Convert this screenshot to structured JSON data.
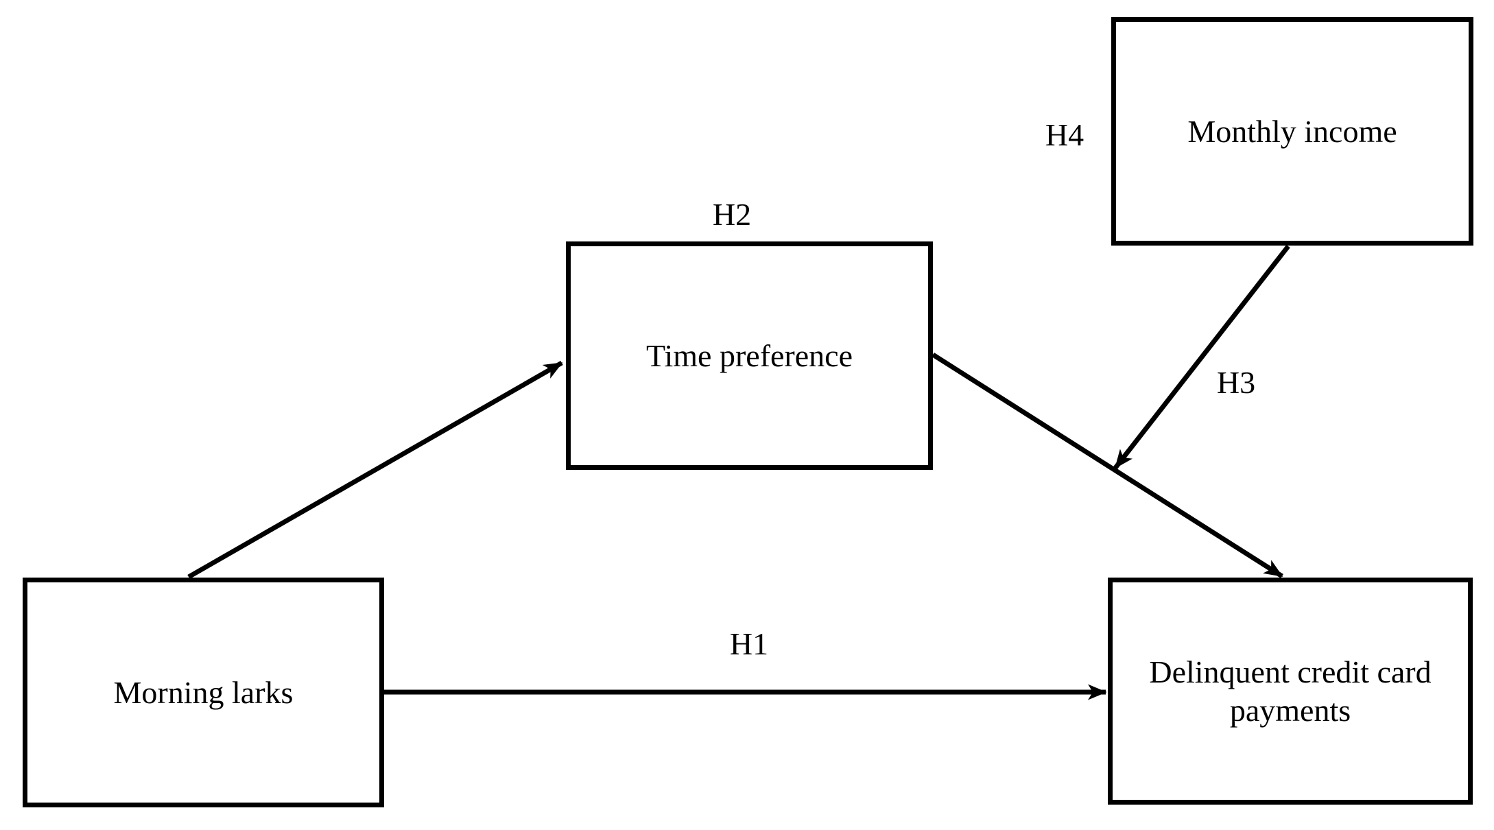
{
  "figure": {
    "background": "#ffffff",
    "ink": "#000000",
    "nodes": {
      "morning_larks": {
        "label": "Morning larks"
      },
      "time_preference": {
        "label": "Time preference"
      },
      "monthly_income": {
        "label": "Monthly income"
      },
      "delinquent_payments": {
        "label": "Delinquent credit card payments"
      }
    },
    "hypothesis_labels": {
      "h1": "H1",
      "h2": "H2",
      "h3": "H3",
      "h4": "H4"
    },
    "edges": [
      {
        "label": "H1",
        "from": "Morning larks",
        "to": "Delinquent credit card payments",
        "type": "direct-arrow"
      },
      {
        "label": "H2",
        "from": "Morning larks",
        "to": "Time preference",
        "type": "mediation-arrow"
      },
      {
        "label": "H2",
        "from": "Time preference",
        "to": "Delinquent credit card payments",
        "type": "mediation-arrow"
      },
      {
        "label": "H3",
        "from": "Monthly income",
        "to": "path: Time preference → Delinquent credit card payments",
        "type": "moderation-arrow"
      },
      {
        "label": "H4",
        "from": "Monthly income",
        "to": "Delinquent credit card payments",
        "type": "label-only"
      }
    ]
  }
}
